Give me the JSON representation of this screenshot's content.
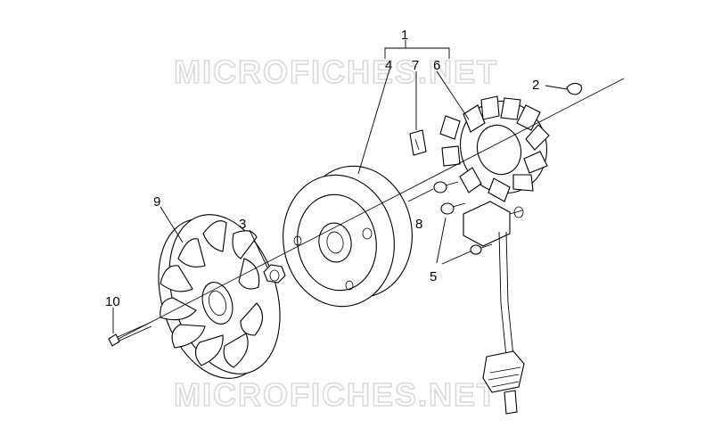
{
  "watermark": {
    "top": "MICROFICHES.NET",
    "bottom": "MICROFICHES.NET"
  },
  "callouts": {
    "c1": "1",
    "c2": "2",
    "c3": "3",
    "c4": "4",
    "c5": "5",
    "c6": "6",
    "c7": "7",
    "c8": "8",
    "c9": "9",
    "c10": "10"
  }
}
